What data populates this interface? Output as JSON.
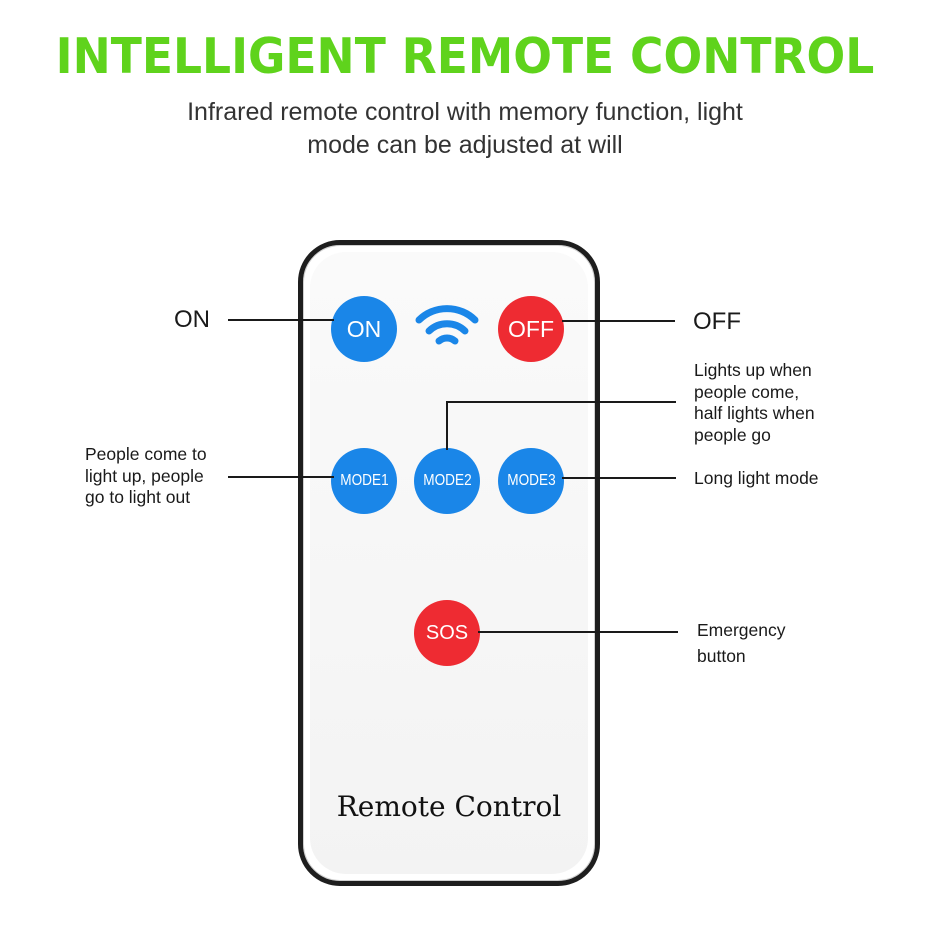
{
  "header": {
    "title": "INTELLIGENT REMOTE CONTROL",
    "subtitle_line1": "Infrared remote control with memory function, light",
    "subtitle_line2": "mode can be adjusted at will"
  },
  "remote": {
    "brand_text": "Remote Control",
    "buttons": {
      "on": "ON",
      "off": "OFF",
      "mode1": "MODE1",
      "mode2": "MODE2",
      "mode3": "MODE3",
      "sos": "SOS"
    },
    "signal_icon": "wifi-icon"
  },
  "callouts": {
    "on": "ON",
    "off": "OFF",
    "mode1_line1": "People come to",
    "mode1_line2": "light up, people",
    "mode1_line3": "go to light out",
    "mode2_line1": "Lights up when",
    "mode2_line2": "people come,",
    "mode2_line3": "half lights when",
    "mode2_line4": "people go",
    "mode3": "Long light mode",
    "sos_line1": "Emergency",
    "sos_line2": "button"
  },
  "colors": {
    "headline_green": "#5fd31c",
    "button_blue": "#1a86e8",
    "button_red": "#ee2b32",
    "signal_blue": "#1a86e8"
  }
}
